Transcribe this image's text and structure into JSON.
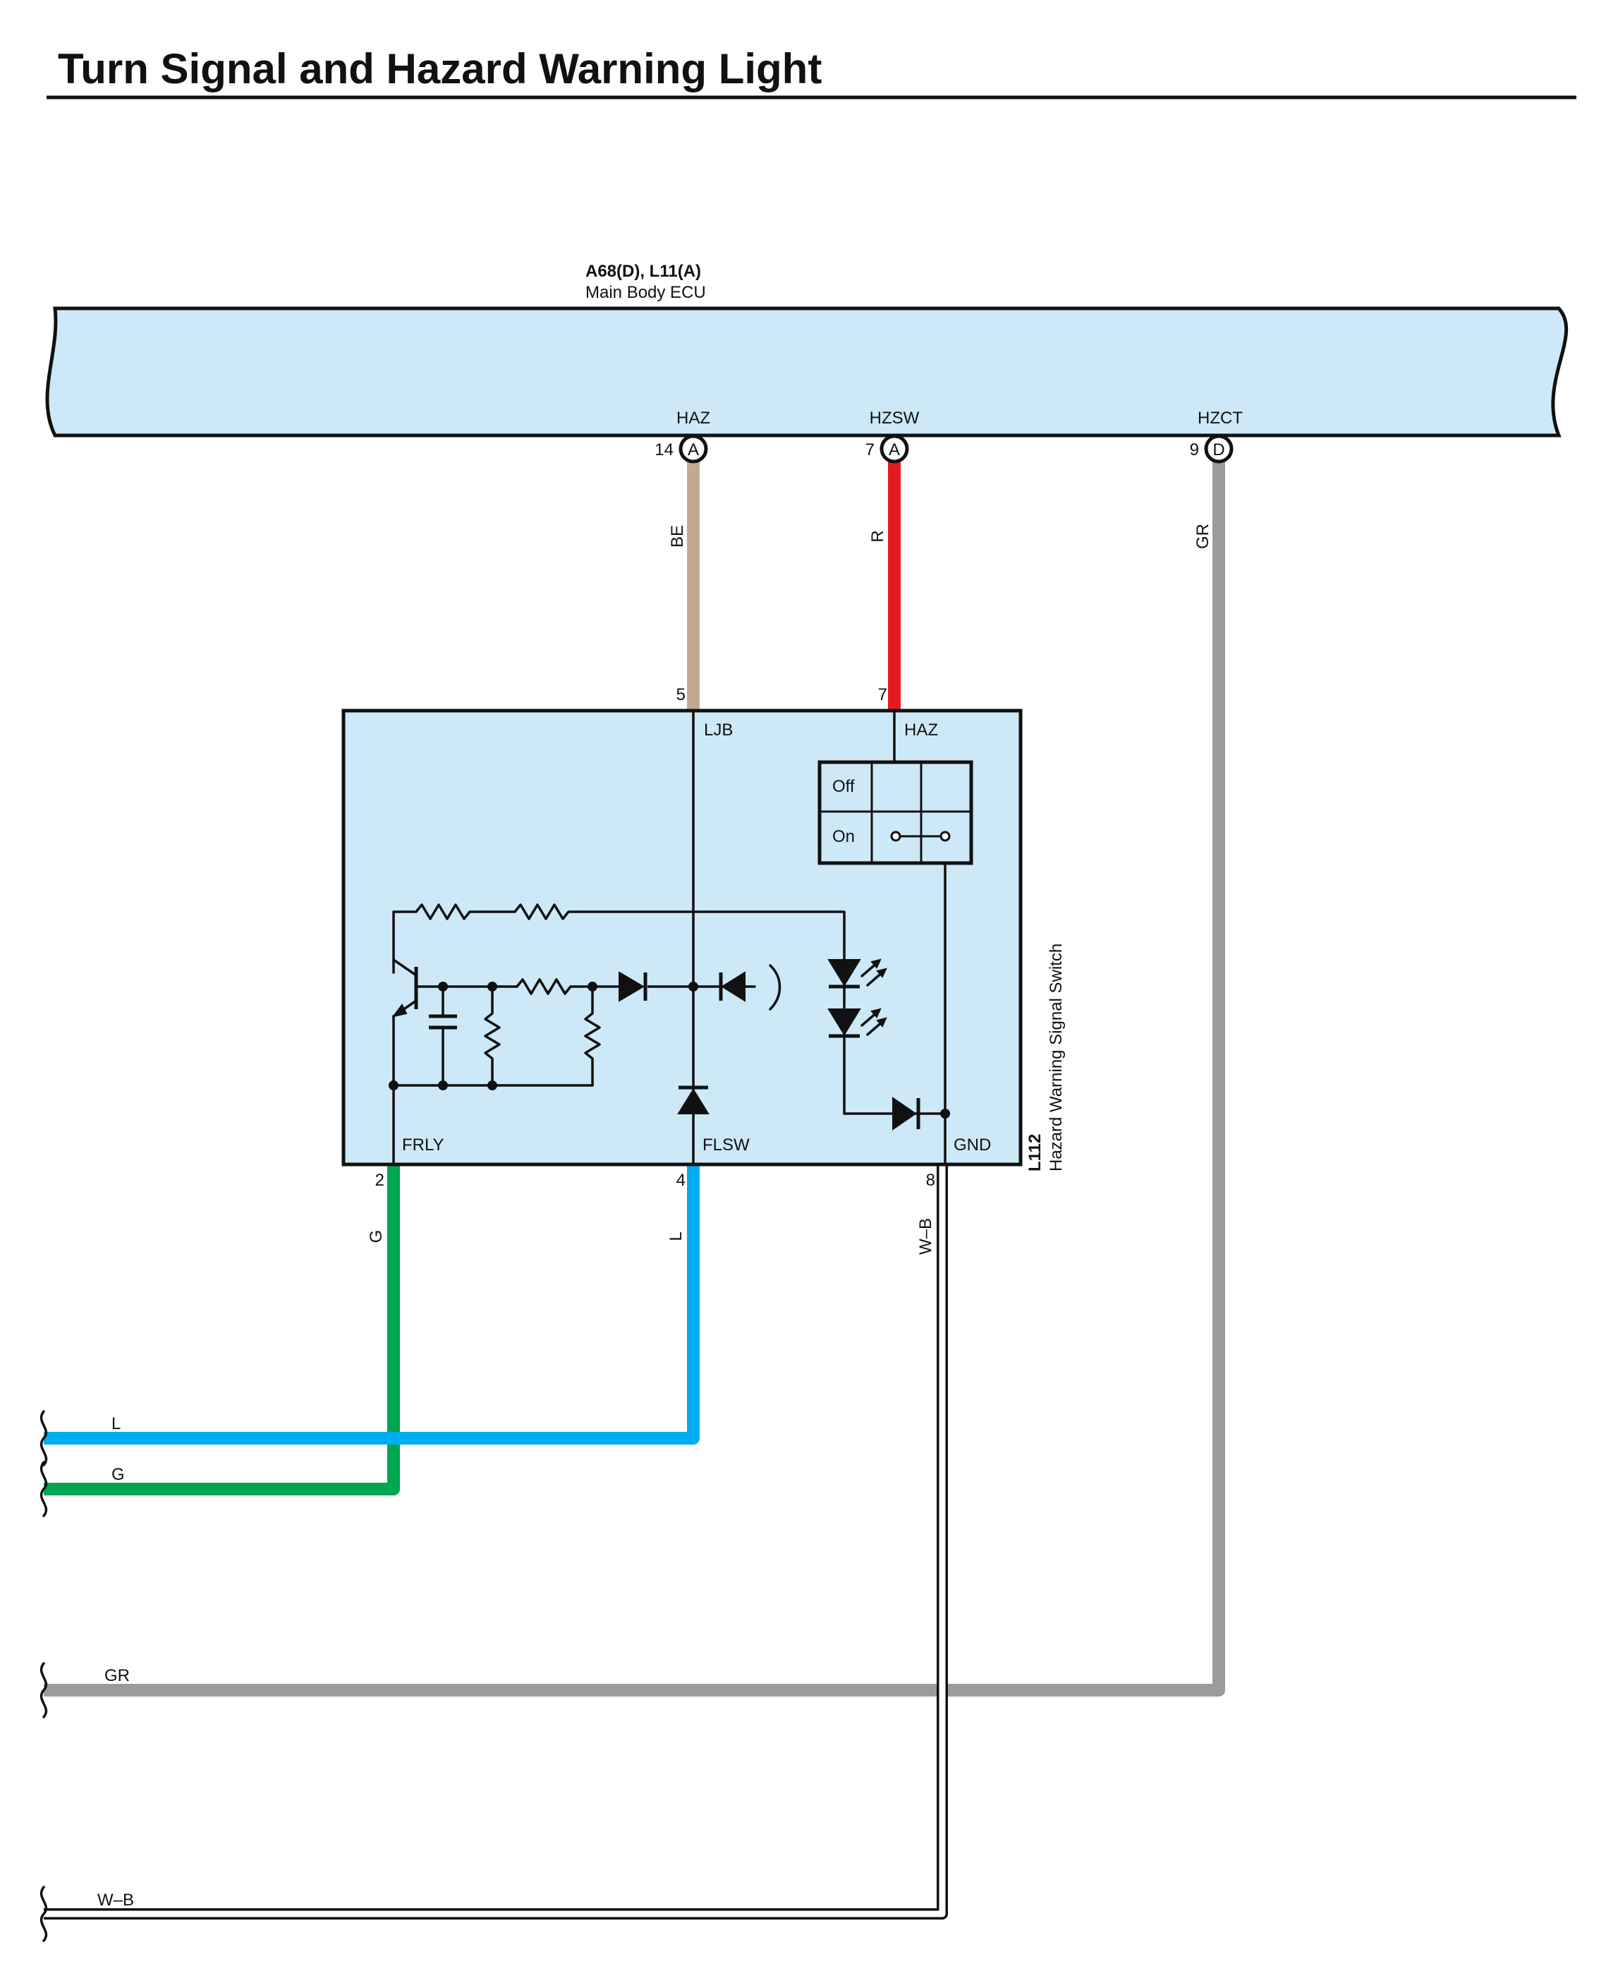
{
  "title": "Turn Signal and Hazard Warning Light",
  "ecu": {
    "connectors": "A68(D), L11(A)",
    "name": "Main Body ECU",
    "pins": [
      {
        "signal": "HAZ",
        "num": "14",
        "conn": "A"
      },
      {
        "signal": "HZSW",
        "num": "7",
        "conn": "A"
      },
      {
        "signal": "HZCT",
        "num": "9",
        "conn": "D"
      }
    ]
  },
  "wires": {
    "be": "BE",
    "r": "R",
    "gr": "GR",
    "g": "G",
    "l": "L",
    "wb": "W–B"
  },
  "colors": {
    "ecu_fill": "#cde9f7",
    "be": "#c2aa92",
    "r": "#e31b23",
    "gr": "#9a9b9c",
    "g": "#00a650",
    "l": "#00aeef",
    "wb": "#ffffff"
  },
  "switch": {
    "id": "L112",
    "name": "Hazard Warning Signal Switch",
    "top_pins": [
      {
        "num": "5",
        "label": "LJB"
      },
      {
        "num": "7",
        "label": "HAZ"
      }
    ],
    "bottom_pins": [
      {
        "num": "2",
        "label": "FRLY"
      },
      {
        "num": "4",
        "label": "FLSW"
      },
      {
        "num": "8",
        "label": "GND"
      }
    ],
    "table": {
      "off": "Off",
      "on": "On"
    }
  },
  "left_wires": [
    {
      "label": "L"
    },
    {
      "label": "G"
    },
    {
      "label": "GR"
    },
    {
      "label": "W–B"
    }
  ]
}
